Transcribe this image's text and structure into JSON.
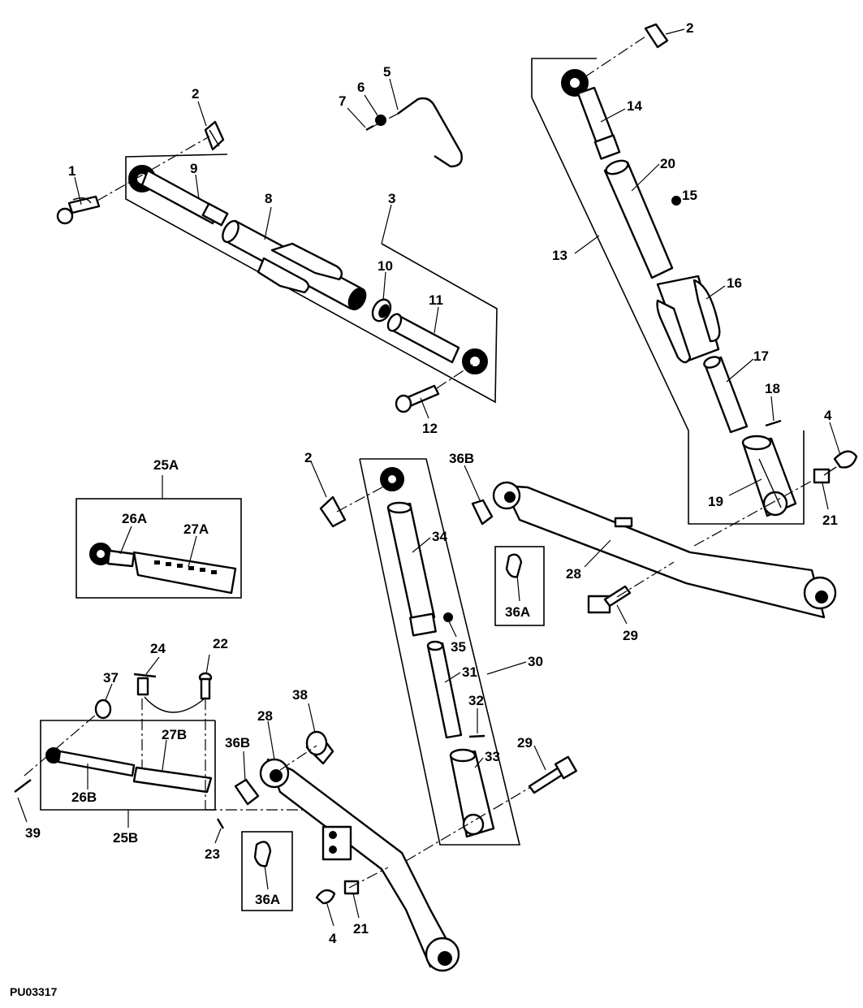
{
  "figure_id": "PU03317",
  "callouts": {
    "c1": "1",
    "c2a": "2",
    "c3": "3",
    "c5": "5",
    "c6": "6",
    "c7": "7",
    "c8": "8",
    "c9": "9",
    "c10": "10",
    "c11": "11",
    "c12": "12",
    "c2b": "2",
    "c13": "13",
    "c14": "14",
    "c15": "15",
    "c16": "16",
    "c17": "17",
    "c18": "18",
    "c19": "19",
    "c20": "20",
    "c4a": "4",
    "c21a": "21",
    "c25a": "25A",
    "c26a": "26A",
    "c27a": "27A",
    "c2c": "2",
    "c36b_a": "36B",
    "c28a": "28",
    "c29a": "29",
    "c30": "30",
    "c31": "31",
    "c32": "32",
    "c33": "33",
    "c34": "34",
    "c35": "35",
    "c36a_a": "36A",
    "c22": "22",
    "c24": "24",
    "c37": "37",
    "c27b": "27B",
    "c26b": "26B",
    "c25b": "25B",
    "c39": "39",
    "c23": "23",
    "c28b": "28",
    "c36b_b": "36B",
    "c38": "38",
    "c29b": "29",
    "c36a_b": "36A",
    "c4b": "4",
    "c21b": "21"
  }
}
